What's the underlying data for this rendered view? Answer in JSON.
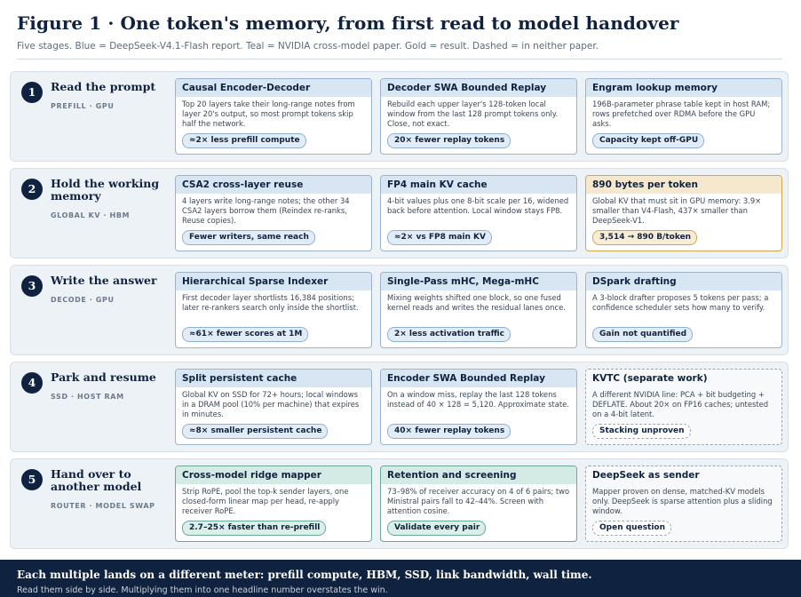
{
  "figure": {
    "title": "Figure 1 · One token's memory, from first read to model handover",
    "subtitle": "Five stages. Blue = DeepSeek-V4.1-Flash report. Teal = NVIDIA cross-model paper. Gold = result. Dashed = in neither paper."
  },
  "colors": {
    "navy": "#0f2340",
    "blue_head": "#d8e5f2",
    "teal_head": "#d3ebe4",
    "gold_head": "#f6e8cc",
    "stage_bg": "#edf2f7"
  },
  "stages": [
    {
      "number": "1",
      "title": "Read the prompt",
      "tag": "PREFILL · GPU",
      "cards": [
        {
          "style": "blue",
          "title": "Causal Encoder-Decoder",
          "body": "Top 20 layers take their long-range notes from layer 20's output, so most prompt tokens skip half the network.",
          "badge": "≈2× less prefill compute"
        },
        {
          "style": "blue",
          "title": "Decoder SWA Bounded Replay",
          "body": "Rebuild each upper layer's 128-token local window from the last 128 prompt tokens only. Close, not exact.",
          "badge": "20× fewer replay tokens"
        },
        {
          "style": "blue",
          "title": "Engram lookup memory",
          "body": "196B-parameter phrase table kept in host RAM; rows prefetched over RDMA before the GPU asks.",
          "badge": "Capacity kept off-GPU"
        }
      ]
    },
    {
      "number": "2",
      "title": "Hold the working memory",
      "tag": "GLOBAL KV · HBM",
      "cards": [
        {
          "style": "blue",
          "title": "CSA2 cross-layer reuse",
          "body": "4 layers write long-range notes; the other 34 CSA2 layers borrow them (Reindex re-ranks, Reuse copies).",
          "badge": "Fewer writers, same reach"
        },
        {
          "style": "blue",
          "title": "FP4 main KV cache",
          "body": "4-bit values plus one 8-bit scale per 16, widened back before attention. Local window stays FP8.",
          "badge": "≈2× vs FP8 main KV"
        },
        {
          "style": "gold",
          "title": "890 bytes per token",
          "body": "Global KV that must sit in GPU memory: 3.9× smaller than V4-Flash, 437× smaller than DeepSeek-V1.",
          "badge": "3,514 → 890 B/token"
        }
      ]
    },
    {
      "number": "3",
      "title": "Write the answer",
      "tag": "DECODE · GPU",
      "cards": [
        {
          "style": "blue",
          "title": "Hierarchical Sparse Indexer",
          "body": "First decoder layer shortlists 16,384 positions; later re-rankers search only inside the shortlist.",
          "badge": "≈61× fewer scores at 1M"
        },
        {
          "style": "blue",
          "title": "Single-Pass mHC, Mega-mHC",
          "body": "Mixing weights shifted one block, so one fused kernel reads and writes the residual lanes once.",
          "badge": "2× less activation traffic"
        },
        {
          "style": "blue",
          "title": "DSpark drafting",
          "body": "A 3-block drafter proposes 5 tokens per pass; a confidence scheduler sets how many to verify.",
          "badge": "Gain not quantified"
        }
      ]
    },
    {
      "number": "4",
      "title": "Park and resume",
      "tag": "SSD · HOST RAM",
      "cards": [
        {
          "style": "blue",
          "title": "Split persistent cache",
          "body": "Global KV on SSD for 72+ hours; local windows in a DRAM pool (10% per machine) that expires in minutes.",
          "badge": "≈8× smaller persistent cache"
        },
        {
          "style": "blue",
          "title": "Encoder SWA Bounded Replay",
          "body": "On a window miss, replay the last 128 tokens instead of 40 × 128 = 5,120. Approximate state.",
          "badge": "40× fewer replay tokens"
        },
        {
          "style": "dashed",
          "title": "KVTC (separate work)",
          "body": "A different NVIDIA line: PCA + bit budgeting + DEFLATE. About 20× on FP16 caches; untested on a 4-bit latent.",
          "badge": "Stacking unproven"
        }
      ]
    },
    {
      "number": "5",
      "title": "Hand over to another model",
      "tag": "ROUTER · MODEL SWAP",
      "cards": [
        {
          "style": "teal",
          "title": "Cross-model ridge mapper",
          "body": "Strip RoPE, pool the top-k sender layers, one closed-form linear map per head, re-apply receiver RoPE.",
          "badge": "2.7–25× faster than re-prefill"
        },
        {
          "style": "teal",
          "title": "Retention and screening",
          "body": "73–98% of receiver accuracy on 4 of 6 pairs; two Ministral pairs fall to 42–44%. Screen with attention cosine.",
          "badge": "Validate every pair"
        },
        {
          "style": "dashed",
          "title": "DeepSeek as sender",
          "body": "Mapper proven on dense, matched-KV models only. DeepSeek is sparse attention plus a sliding window.",
          "badge": "Open question"
        }
      ]
    }
  ],
  "footer": {
    "main": "Each multiple lands on a different meter: prefill compute, HBM, SSD, link bandwidth, wall time.",
    "sub": "Read them side by side. Multiplying them into one headline number overstates the win."
  }
}
